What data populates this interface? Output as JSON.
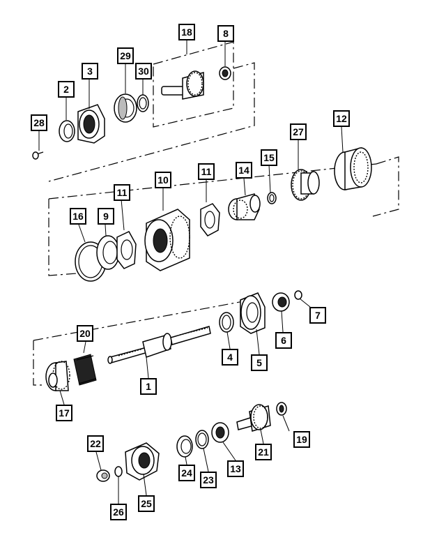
{
  "diagram": {
    "callouts": {
      "c1": "1",
      "c2": "2",
      "c3": "3",
      "c4": "4",
      "c5": "5",
      "c6": "6",
      "c7": "7",
      "c8": "8",
      "c9": "9",
      "c10": "10",
      "c11a": "11",
      "c11b": "11",
      "c12": "12",
      "c13": "13",
      "c14": "14",
      "c15": "15",
      "c16": "16",
      "c17": "17",
      "c18": "18",
      "c19": "19",
      "c20": "20",
      "c21": "21",
      "c22": "22",
      "c23": "23",
      "c24": "24",
      "c25": "25",
      "c26": "26",
      "c27": "27",
      "c28": "28",
      "c29": "29",
      "c30": "30"
    }
  }
}
